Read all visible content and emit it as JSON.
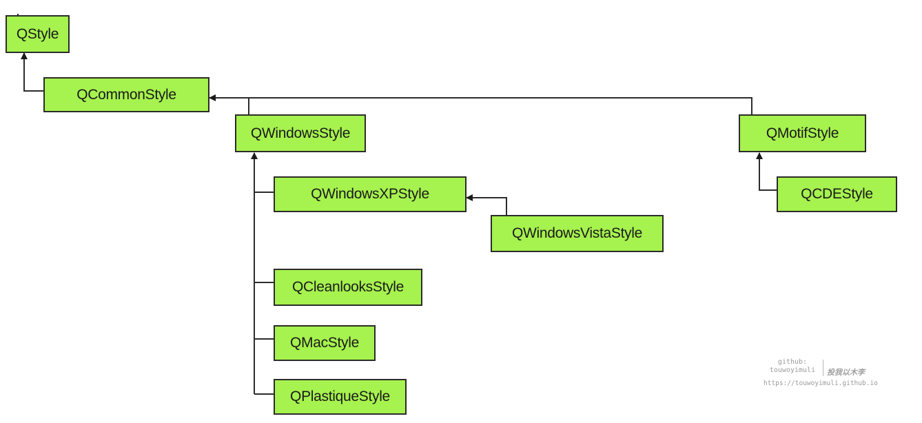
{
  "diagram": {
    "nodes": {
      "qstyle": "QStyle",
      "qcommonstyle": "QCommonStyle",
      "qwindowsstyle": "QWindowsStyle",
      "qmotifstyle": "QMotifStyle",
      "qwindowsxpstyle": "QWindowsXPStyle",
      "qwindowsvistastyle": "QWindowsVistaStyle",
      "qcdestyle": "QCDEStyle",
      "qcleanlooksstyle": "QCleanlooksStyle",
      "qmacstyle": "QMacStyle",
      "qplastiquestyle": "QPlastiqueStyle"
    },
    "node_color": "#a6f24e",
    "line_color": "#2b2b2b"
  },
  "watermark": {
    "line1": "github:",
    "line2": "touwoyimuli",
    "calligraphy": "投我以木李",
    "url": "https://touwoyimuli.github.io"
  }
}
